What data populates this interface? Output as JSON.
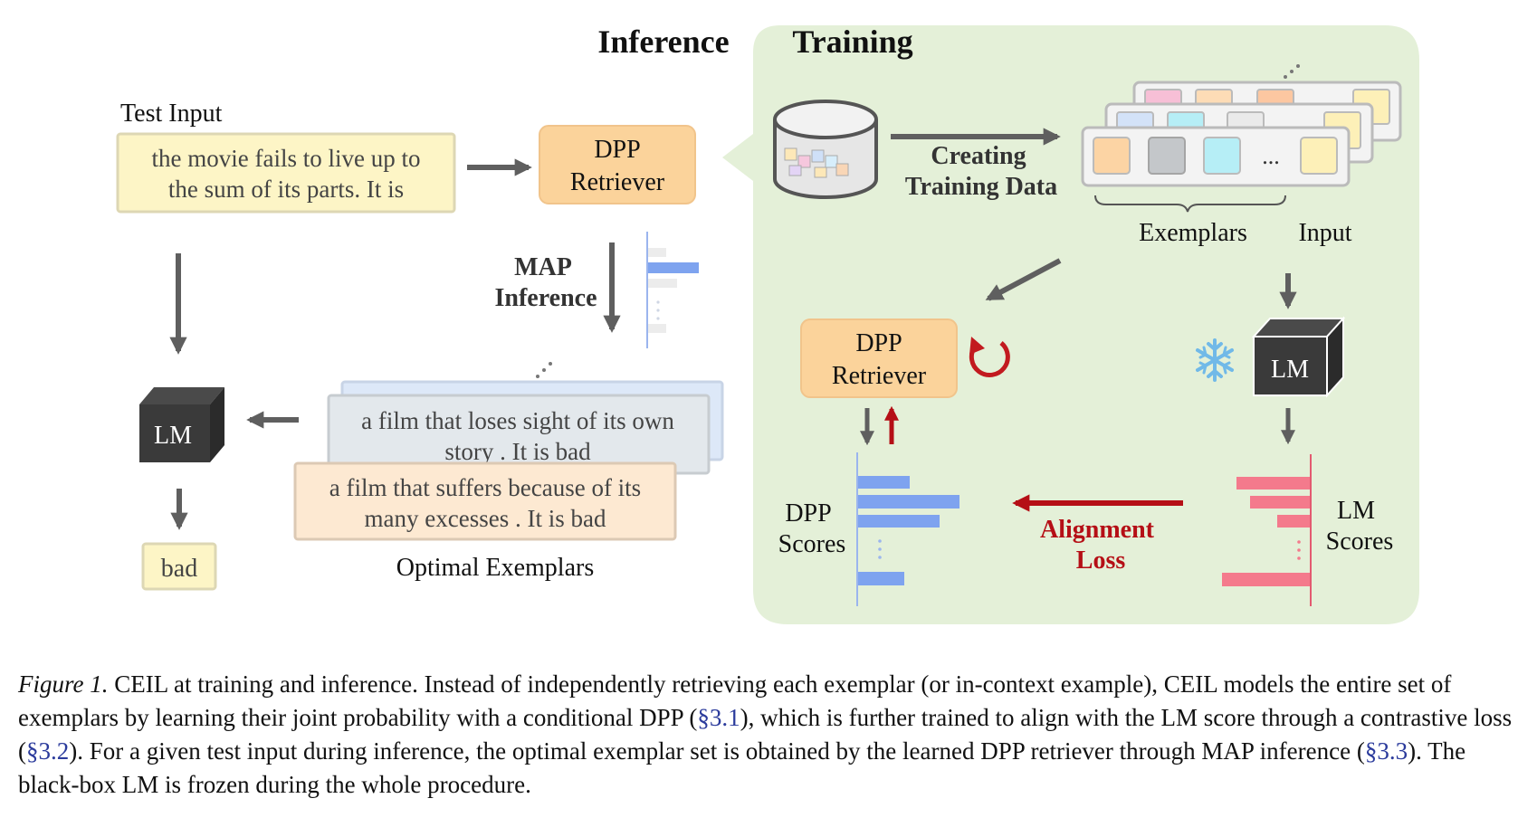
{
  "headings": {
    "inference": "Inference",
    "training": "Training"
  },
  "inference": {
    "test_input_label": "Test Input",
    "test_input_text": [
      "the movie fails to live up to",
      "the sum of its parts. It is"
    ],
    "dpp_retriever": [
      "DPP",
      "Retriever"
    ],
    "map_inference": [
      "MAP",
      "Inference"
    ],
    "exemplar_back": [
      "a film that loses sight of its own",
      "story . It is bad"
    ],
    "exemplar_front": [
      "a film that suffers because of its",
      "many excesses . It is bad"
    ],
    "optimal_exemplars_label": "Optimal Exemplars",
    "lm_label": "LM",
    "output": "bad"
  },
  "training": {
    "creating_data": [
      "Creating",
      "Training Data"
    ],
    "ellipsis": "...",
    "exemplars_label": "Exemplars",
    "input_label": "Input",
    "dpp_retriever": [
      "DPP",
      "Retriever"
    ],
    "lm_label": "LM",
    "dpp_scores": [
      "DPP",
      "Scores"
    ],
    "alignment_loss": [
      "Alignment",
      "Loss"
    ],
    "lm_scores": [
      "LM",
      "Scores"
    ]
  },
  "caption": {
    "figure_label": "Figure 1.",
    "part1": " CEIL at training and inference. Instead of independently retrieving each exemplar (or in-context example), CEIL models the entire set of exemplars by learning their joint probability with a conditional DPP (",
    "ref1": "§3.1",
    "part2": "), which is further trained to align with the LM score through a contrastive loss (",
    "ref2": "§3.2",
    "part3": "). For a given test input during inference, the optimal exemplar set is obtained by the learned DPP retriever through MAP inference (",
    "ref3": "§3.3",
    "part4": "). The black-box LM is frozen during the whole procedure."
  },
  "colors": {
    "training_bg": "#e4f0d8",
    "input_fill": "#fdf5c6",
    "retriever_fill": "#fbd39b",
    "exemplar_front_fill": "#fde9d2",
    "exemplar_back_fill": "#e3e8ec",
    "dpp_bar": "#7ea3ef",
    "lm_bar": "#f47a8c",
    "alignment_red": "#b50f16",
    "arrow_gray": "#5f5f5f"
  }
}
